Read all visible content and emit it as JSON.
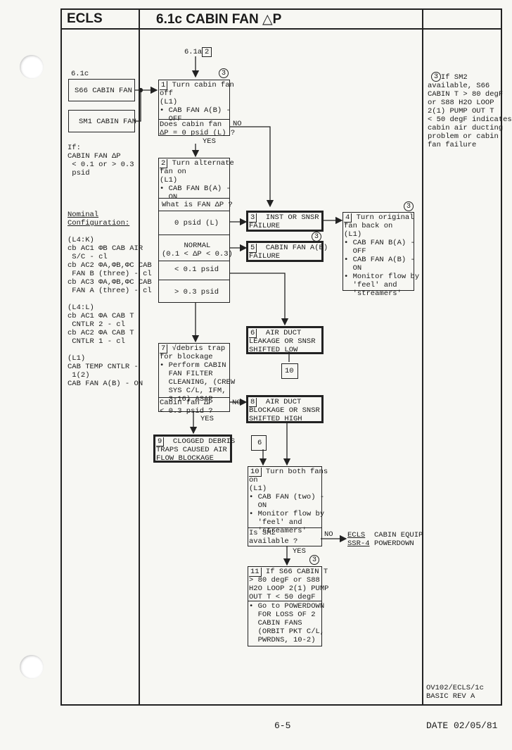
{
  "header": {
    "left": "ECLS",
    "title": "6.1c  CABIN FAN △P"
  },
  "left_panel": {
    "ref": "6.1c",
    "s66_label": "S66 CABIN FAN",
    "sm1_label": "SM1 CABIN FAN",
    "if_text": "If:\nCABIN FAN ΔP\n < 0.1 or > 0.3\n psid",
    "nominal_title": "Nominal\nConfiguration:",
    "nominal_text": "(L4:K)\ncb AC1 ΦB CAB AIR\n S/C - cl\ncb AC2 ΦA,ΦB,ΦC CAB\n FAN B (three) - cl\ncb AC3 ΦA,ΦB,ΦC CAB\n FAN A (three) - cl\n\n(L4:L)\ncb AC1 ΦA CAB T\n CNTLR 2 - cl\ncb AC2 ΦA CAB T\n CNTLR 1 - cl\n\n(L1)\nCAB TEMP CNTLR -\n 1(2)\nCAB FAN A(B) - ON"
  },
  "flow": {
    "entry": "6.1a",
    "entry_num": "2",
    "step1_num": "1",
    "step1_title": " Turn cabin fan\noff",
    "step1_body": "(L1)\n• CAB FAN A(B) -\n  OFF",
    "step1_q": "Does cabin fan\nΔP = 0 psid (L) ?",
    "no": "NO",
    "yes": "YES",
    "step2_num": "2",
    "step2_title": " Turn alternate\nfan on",
    "step2_body": "(L1)\n• CAB FAN B(A) -\n  ON",
    "step2_q": "What is FAN ΔP ?",
    "opt_zero": "0 psid (L)",
    "opt_normal": "NORMAL\n(0.1 < ΔP < 0.3)",
    "opt_low": "< 0.1 psid",
    "opt_high": "> 0.3 psid",
    "step3_num": "3",
    "step3": "  INST OR SNSR\nFAILURE",
    "step4_num": "4",
    "step4_title": " Turn original\nfan back on",
    "step4_body": "(L1)\n• CAB FAN B(A) -\n  OFF\n• CAB FAN A(B) -\n  ON\n• Monitor flow by\n  'feel' and\n  'streamers'",
    "step5_num": "5",
    "step5": "  CABIN FAN A(B)\nFAILURE",
    "step6_num": "6",
    "step6": "  AIR DUCT\nLEAKAGE OR SNSR\nSHIFTED LOW",
    "goto10": "10",
    "step7_num": "7",
    "step7_title": " √debris trap\nfor blockage",
    "step7_body": "• Perform CABIN\n  FAN FILTER\n  CLEANING, (CREW\n  SYS C/L, IFM,\n  3-16) ASAP",
    "step7_q": "Cabin fan ΔP\n< 0.3 psid ?",
    "step8_num": "8",
    "step8": "  AIR DUCT\nBLOCKAGE OR SNSR\nSHIFTED HIGH",
    "step9_num": "9",
    "step9": "  CLOGGED DEBRIS\nTRAPS CAUSED AIR\nFLOW BLOCKAGE",
    "goto6": "6",
    "step10_num": "10",
    "step10_title": " Turn both fans\non",
    "step10_body": "(L1)\n• CAB FAN (two) -\n  ON\n• Monitor flow by\n  'feel' and\n  'streamers'",
    "step10_q": "Is SM2\navailable ?",
    "ecls_ref": "ECLS\nSSR-4",
    "powerdown": "CABIN EQUIP\nPOWERDOWN",
    "step11_num": "11",
    "step11_title": " If S66 CABIN T\n> 80 degF or S88\nH2O LOOP 2(1) PUMP\nOUT T < 50 degF",
    "step11_body": "• Go to POWERDOWN\n  FOR LOSS OF 2\n  CABIN FANS\n  (ORBIT PKT C/L,\n  PWRDNS, 10-2)",
    "note_mark": "3"
  },
  "right_panel": {
    "note": "   If SM2\navailable, S66\nCABIN T > 80 degF\nor S88 H2O LOOP\n2(1) PUMP OUT T\n< 50 degF indicates\ncabin air ducting\nproblem or cabin\nfan failure",
    "footer": "OV102/ECLS/1c\nBASIC REV A"
  },
  "footer": {
    "page": "6-5",
    "date": "DATE 02/05/81"
  }
}
